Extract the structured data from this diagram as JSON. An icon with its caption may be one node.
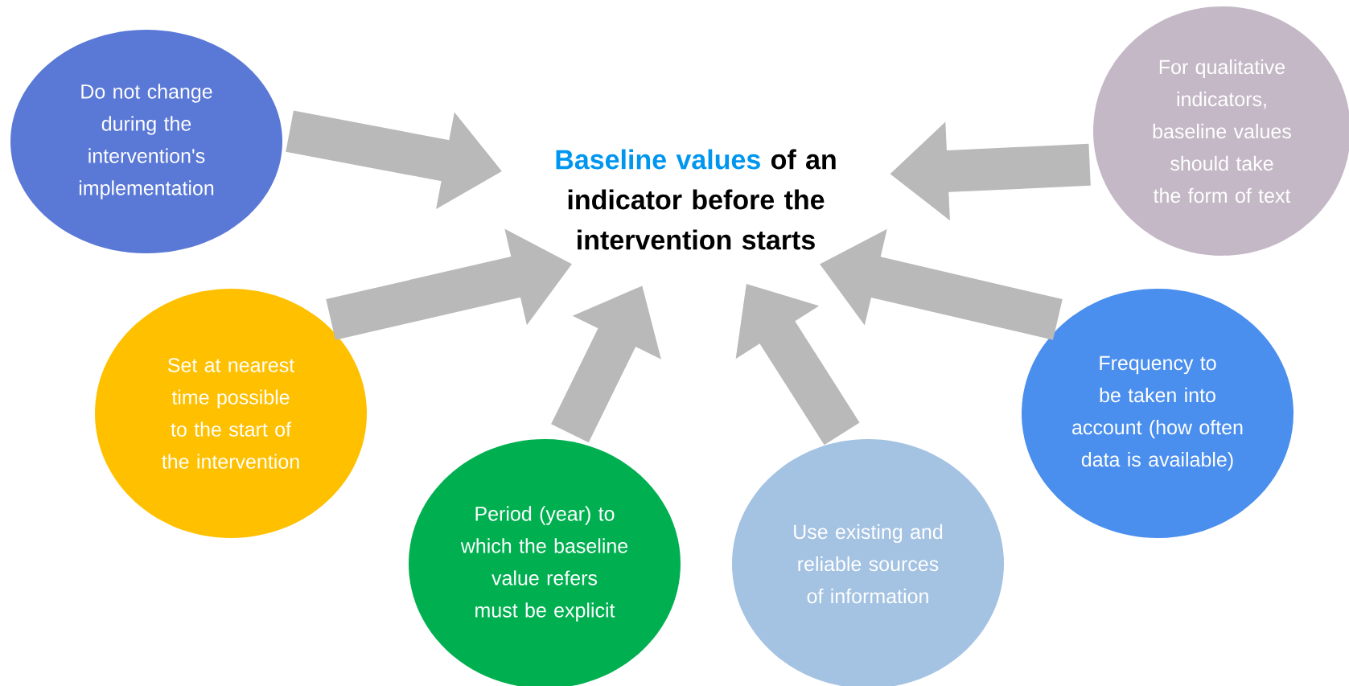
{
  "diagram": {
    "nodes": [
      {
        "text": [
          "Do not change during the intervention's implementation"
        ]
      },
      {
        "text": [
          "Baseline values",
          "of an indicator before the intervention starts"
        ]
      },
      {
        "text": [
          "For qualitative indicators, baseline values should take the form of text"
        ]
      },
      {
        "text": [
          "Set at nearest time possible to the start of the intervention"
        ]
      },
      {
        "text": [
          "Frequency to be taken into account (how often data is available)"
        ]
      },
      {
        "text": [
          "Period (year) to which the baseline value refers must be explicit"
        ]
      },
      {
        "text": [
          "Use existing and reliable sources of information"
        ]
      }
    ],
    "edges": [
      {
        "from": 0,
        "to": 1,
        "arrow": "to"
      },
      {
        "from": 2,
        "to": 1,
        "arrow": "to"
      },
      {
        "from": 3,
        "to": 1,
        "arrow": "to"
      },
      {
        "from": 4,
        "to": 1,
        "arrow": "to"
      },
      {
        "from": 5,
        "to": 1,
        "arrow": "to"
      },
      {
        "from": 6,
        "to": 1,
        "arrow": "to"
      }
    ]
  }
}
